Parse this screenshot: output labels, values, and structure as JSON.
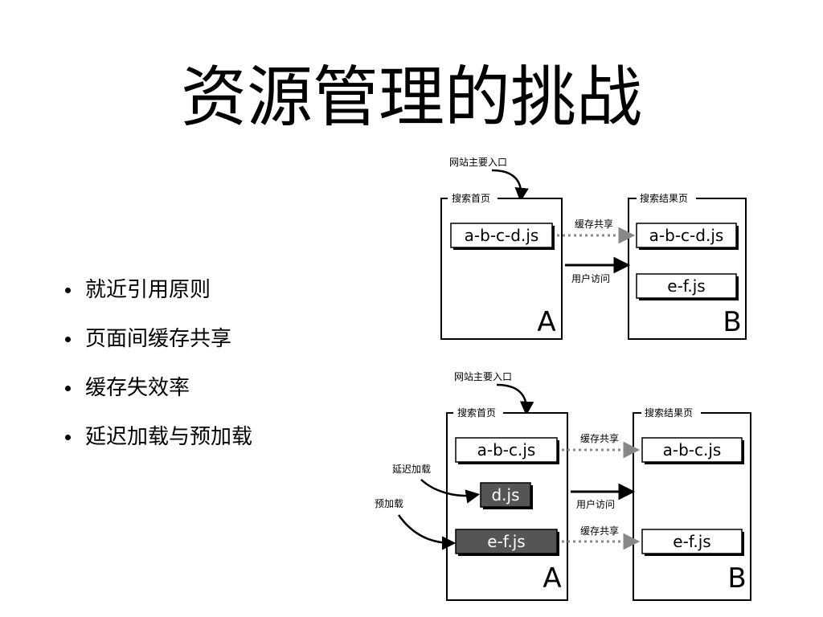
{
  "slide": {
    "title": "资源管理的挑战",
    "bullets": [
      "就近引用原则",
      "页面间缓存共享",
      "缓存失效率",
      "延迟加载与预加载"
    ]
  },
  "diagram_top": {
    "entry_label": "网站主要入口",
    "page_a": {
      "title": "搜索首页",
      "letter": "A",
      "files": [
        "a-b-c-d.js"
      ]
    },
    "page_b": {
      "title": "搜索结果页",
      "letter": "B",
      "files": [
        "a-b-c-d.js",
        "e-f.js"
      ]
    },
    "cache_label": "缓存共享",
    "visit_label": "用户访问"
  },
  "diagram_bottom": {
    "entry_label": "网站主要入口",
    "page_a": {
      "title": "搜索首页",
      "letter": "A",
      "files": [
        "a-b-c.js",
        "d.js",
        "e-f.js"
      ]
    },
    "page_b": {
      "title": "搜索结果页",
      "letter": "B",
      "files": [
        "a-b-c.js",
        "e-f.js"
      ]
    },
    "cache_label_1": "缓存共享",
    "cache_label_2": "缓存共享",
    "visit_label": "用户访问",
    "lazy_label": "延迟加载",
    "preload_label": "预加载"
  },
  "colors": {
    "dark_box": "#555555",
    "dotted_arrow": "#888888",
    "ink": "#000000"
  }
}
